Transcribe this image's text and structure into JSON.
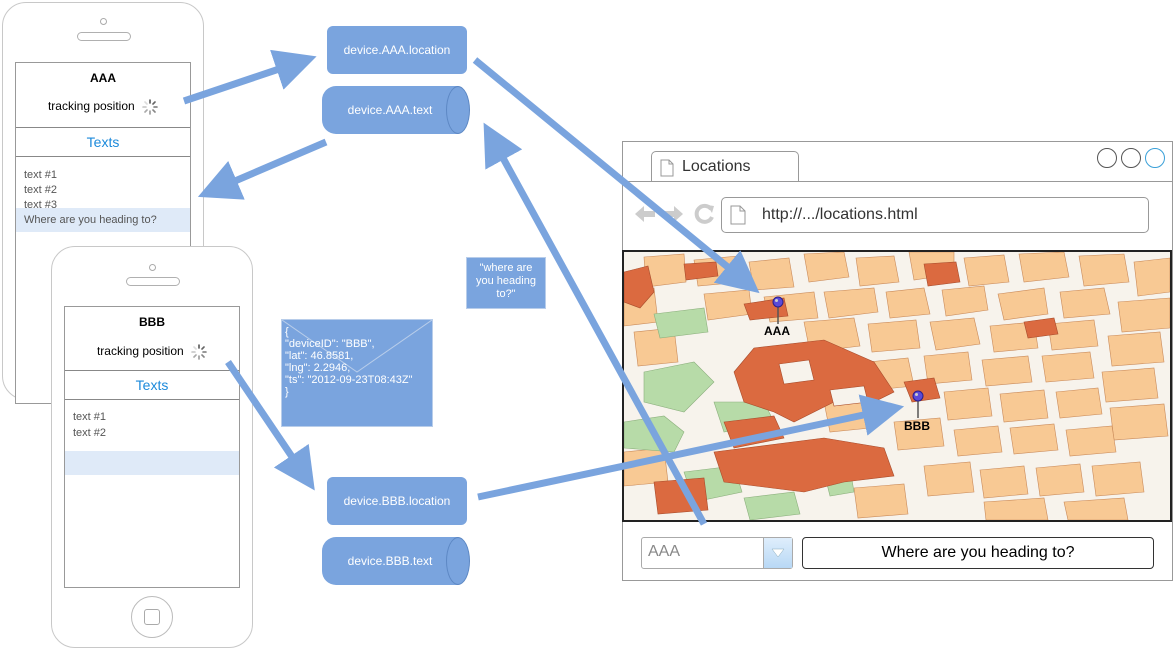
{
  "phones": [
    {
      "device": "AAA",
      "status": "tracking position",
      "texts_header": "Texts",
      "messages": [
        "text #1",
        "text #2",
        "text #3"
      ],
      "highlighted_message": "Where are you heading to?"
    },
    {
      "device": "BBB",
      "status": "tracking position",
      "texts_header": "Texts",
      "messages": [
        "text #1",
        "text #2"
      ],
      "highlighted_message": ""
    }
  ],
  "topics": {
    "aaa_location": "device.AAA.location",
    "aaa_text": "device.AAA.text",
    "bbb_location": "device.BBB.location",
    "bbb_text": "device.BBB.text"
  },
  "payload_envelope": {
    "lines": [
      "{",
      "\"deviceID\": \"BBB\",",
      "\"lat\": 46.8581,",
      "\"lng\": 2.2946,",
      "\"ts\": \"2012-09-23T08:43Z\"",
      "}"
    ]
  },
  "text_envelope": {
    "lines": [
      "\"where are",
      "you heading",
      "to?\""
    ]
  },
  "browser": {
    "tab_title": "Locations",
    "url": "http://.../locations.html",
    "map_pins": [
      "AAA",
      "BBB"
    ],
    "device_select": "AAA",
    "message_input": "Where are you heading to?"
  },
  "colors": {
    "node_blue": "#7aa4de",
    "arrow_blue": "#7aa4de",
    "link_blue": "#1c8adb",
    "map_block": "#f8c994",
    "map_road": "#f7f3ec",
    "map_park": "#b7dba8",
    "map_dark": "#db6a40"
  }
}
